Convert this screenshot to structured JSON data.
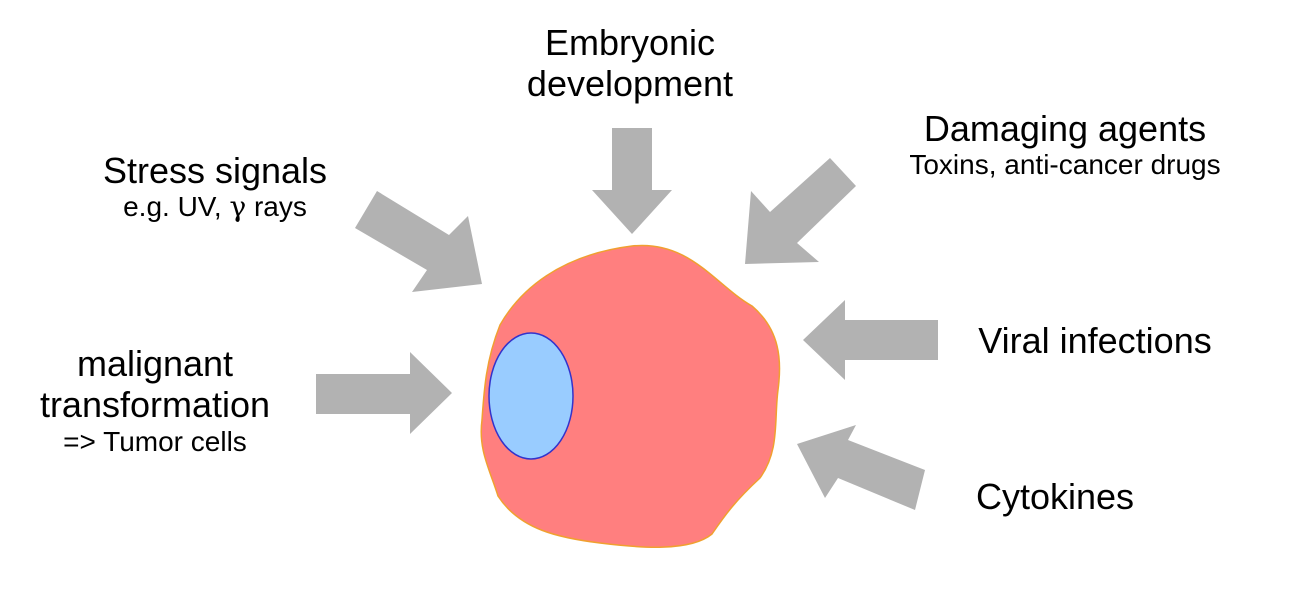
{
  "colors": {
    "cell_fill": "#ff7f7f",
    "cell_stroke": "#f0a030",
    "nucleus_fill": "#99ccff",
    "nucleus_stroke": "#3333cc",
    "arrow_fill": "#b2b2b2",
    "text": "#000000"
  },
  "inducers": {
    "embryonic": {
      "line1": "Embryonic",
      "line2": "development"
    },
    "stress": {
      "title": "Stress signals",
      "sub_prefix": "e.g. UV, ",
      "sub_symbol": "γ",
      "sub_suffix": " rays"
    },
    "damaging": {
      "title": "Damaging agents",
      "sub": "Toxins, anti-cancer drugs"
    },
    "viral": {
      "title": "Viral infections"
    },
    "cytokines": {
      "title": "Cytokines"
    },
    "malignant": {
      "line1": "malignant",
      "line2": "transformation",
      "sub": "=> Tumor cells"
    }
  }
}
